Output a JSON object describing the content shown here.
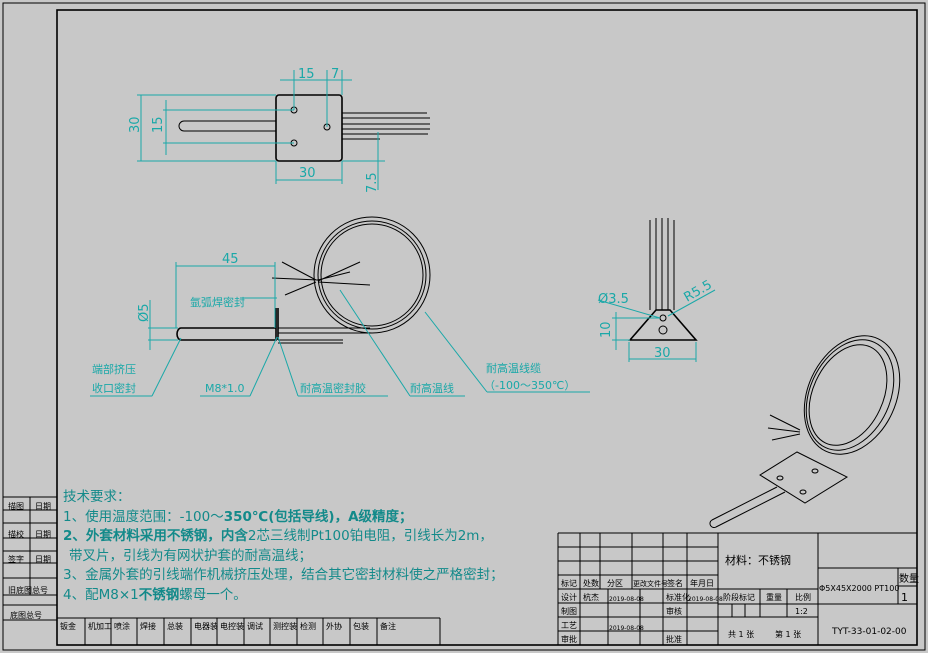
{
  "top_view": {
    "dim_15": "15",
    "dim_7": "7",
    "dim_30_v": "30",
    "dim_15_v": "15",
    "dim_30_h": "30",
    "dim_7_5": "7.5"
  },
  "front_view": {
    "dim_45": "45",
    "dim_d5": "Ø5",
    "label_argon_weld": "氩弧焊密封",
    "label_end_crimp_1": "端部挤压",
    "label_end_crimp_2": "收口密封",
    "label_thread": "M8*1.0",
    "label_sealant": "耐高温密封胶",
    "label_wire": "耐高温线",
    "label_cable_1": "耐高温线缆",
    "label_cable_2": "（-100～350℃）"
  },
  "side_view": {
    "dim_d3_5": "Ø3.5",
    "dim_r5_5": "R5.5",
    "dim_10": "10",
    "dim_30": "30"
  },
  "notes": {
    "title": "技术要求：",
    "l1a": "1、使用温度范围：-100～",
    "l1b": "350℃(包括导线)，A级精度；",
    "l2a": "2、外套材料采用不锈钢，内含",
    "l2b": "2芯三线制Pt100铂电阻，引线长为2m，",
    "l2c": "带叉片，引线为有网状护套的耐高温线；",
    "l3": "3、金属外套的引线端作机械挤压处理，结合其它密封材料使之严格密封；",
    "l4a": "4、配M8×1",
    "l4b": "不锈钢",
    "l4c": "螺母一个。"
  },
  "left_column": [
    "描图",
    "日期",
    "描校",
    "日期",
    "签字",
    "日期",
    "旧底图总号",
    "底图总号"
  ],
  "bottom_row": [
    "钣金",
    "机加工",
    "喷涂",
    "焊接",
    "总装",
    "电器装",
    "电控装",
    "调试",
    "测控装",
    "检测",
    "外协",
    "包装",
    "备注"
  ],
  "title_block": {
    "material": "材料：不锈钢",
    "spec": "Φ5X45X2000 PT100",
    "qty_label": "数量",
    "qty": "1",
    "drawing_no": "TYT-33-01-02-00",
    "rev_headers": [
      "标记",
      "处数",
      "分区",
      "更改文件号",
      "签名",
      "年月日"
    ],
    "design": "设计",
    "designer": "杭杰",
    "draw": "制图",
    "process": "工艺",
    "approve_std": "审批",
    "std": "标准化",
    "review": "审核",
    "approve": "批准",
    "date1": "2019-08-08",
    "date2": "2019-08-08",
    "date3": "2019-08-08",
    "stage_label": "阶段标记",
    "weight_label": "重量",
    "scale_label": "比例",
    "scale": "1:2",
    "sheets_total": "共 1 张",
    "sheet_no": "第 1 张"
  }
}
